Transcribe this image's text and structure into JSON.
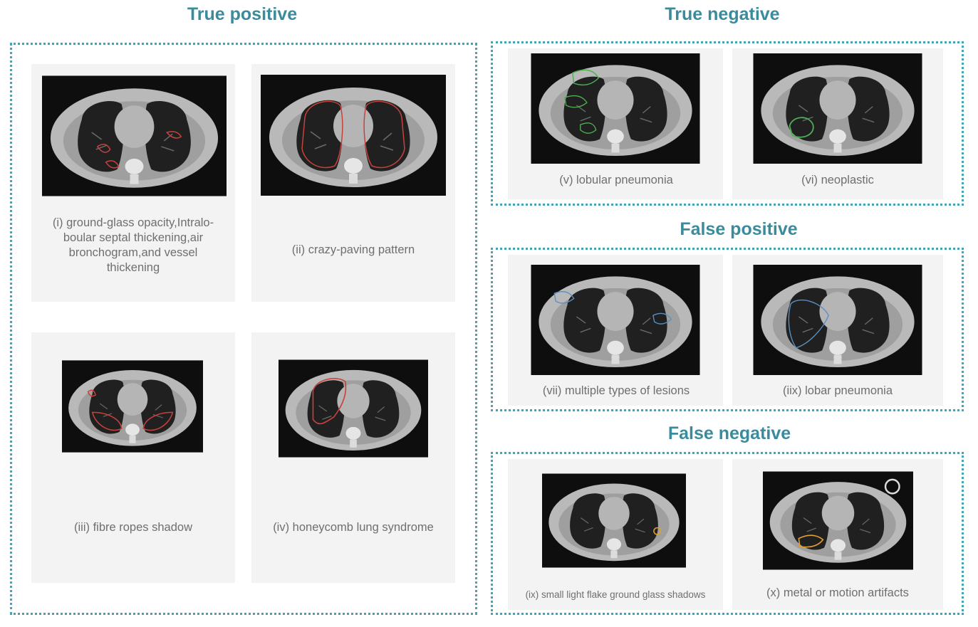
{
  "sections": {
    "true_positive": "True positive",
    "true_negative": "True negative",
    "false_positive": "False positive",
    "false_negative": "False negative"
  },
  "captions": {
    "i": "(i) ground-glass opacity,Intralo-boular septal thickening,air bronchogram,and vessel thickening",
    "ii": "(ii) crazy-paving pattern",
    "iii": "(iii) fibre ropes shadow",
    "iv": "(iv) honeycomb lung syndrome",
    "v": "(v) lobular pneumonia",
    "vi": "(vi) neoplastic",
    "vii": "(vii) multiple types of lesions",
    "iix": "(iix) lobar pneumonia",
    "ix": "(ix) small light flake ground glass shadows",
    "x": "(x) metal or motion artifacts"
  },
  "colors": {
    "title": "#3a8b9c",
    "dotted_border": "#4aa1b0",
    "panel_bg": "#f3f3f3",
    "caption": "#6f6f6f",
    "annotation_true_positive": "#c8413b",
    "annotation_true_negative": "#4caf50",
    "annotation_false_positive": "#5b8fc4",
    "annotation_false_negative": "#e0a030"
  }
}
